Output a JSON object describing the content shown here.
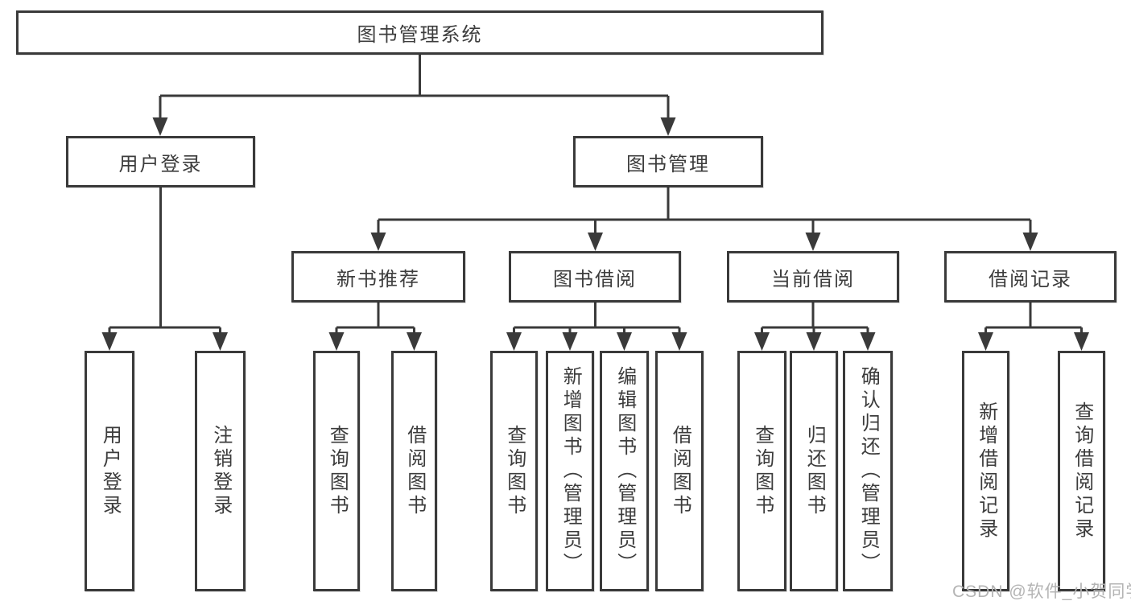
{
  "canvas": {
    "background": "#ffffff",
    "line_color": "#3a3a3a",
    "text_color": "#3c3c3c"
  },
  "diagram": {
    "type": "hierarchy-tree",
    "root": {
      "id": "root",
      "label": "图书管理系统"
    },
    "level2": [
      {
        "id": "user-login",
        "label": "用户登录",
        "parent": "root"
      },
      {
        "id": "book-management",
        "label": "图书管理",
        "parent": "root"
      }
    ],
    "level3": [
      {
        "id": "new-book-recommend",
        "label": "新书推荐",
        "parent": "book-management"
      },
      {
        "id": "book-borrow",
        "label": "图书借阅",
        "parent": "book-management"
      },
      {
        "id": "current-borrow",
        "label": "当前借阅",
        "parent": "book-management"
      },
      {
        "id": "borrow-record",
        "label": "借阅记录",
        "parent": "book-management"
      }
    ],
    "leaves": [
      {
        "label": "用户登录",
        "parent": "user-login"
      },
      {
        "label": "注销登录",
        "parent": "user-login"
      },
      {
        "label": "查询图书",
        "parent": "new-book-recommend"
      },
      {
        "label": "借阅图书",
        "parent": "new-book-recommend"
      },
      {
        "label": "查询图书",
        "parent": "book-borrow"
      },
      {
        "label": "新增图书（管理员）",
        "parent": "book-borrow"
      },
      {
        "label": "编辑图书（管理员）",
        "parent": "book-borrow"
      },
      {
        "label": "借阅图书",
        "parent": "book-borrow"
      },
      {
        "label": "查询图书",
        "parent": "current-borrow"
      },
      {
        "label": "归还图书",
        "parent": "current-borrow"
      },
      {
        "label": "确认归还（管理员）",
        "parent": "current-borrow"
      },
      {
        "label": "新增借阅记录",
        "parent": "borrow-record"
      },
      {
        "label": "查询借阅记录",
        "parent": "borrow-record"
      }
    ]
  },
  "watermark": {
    "text": "CSDN @软件_小贺同学",
    "color": "#b4b4b4"
  }
}
